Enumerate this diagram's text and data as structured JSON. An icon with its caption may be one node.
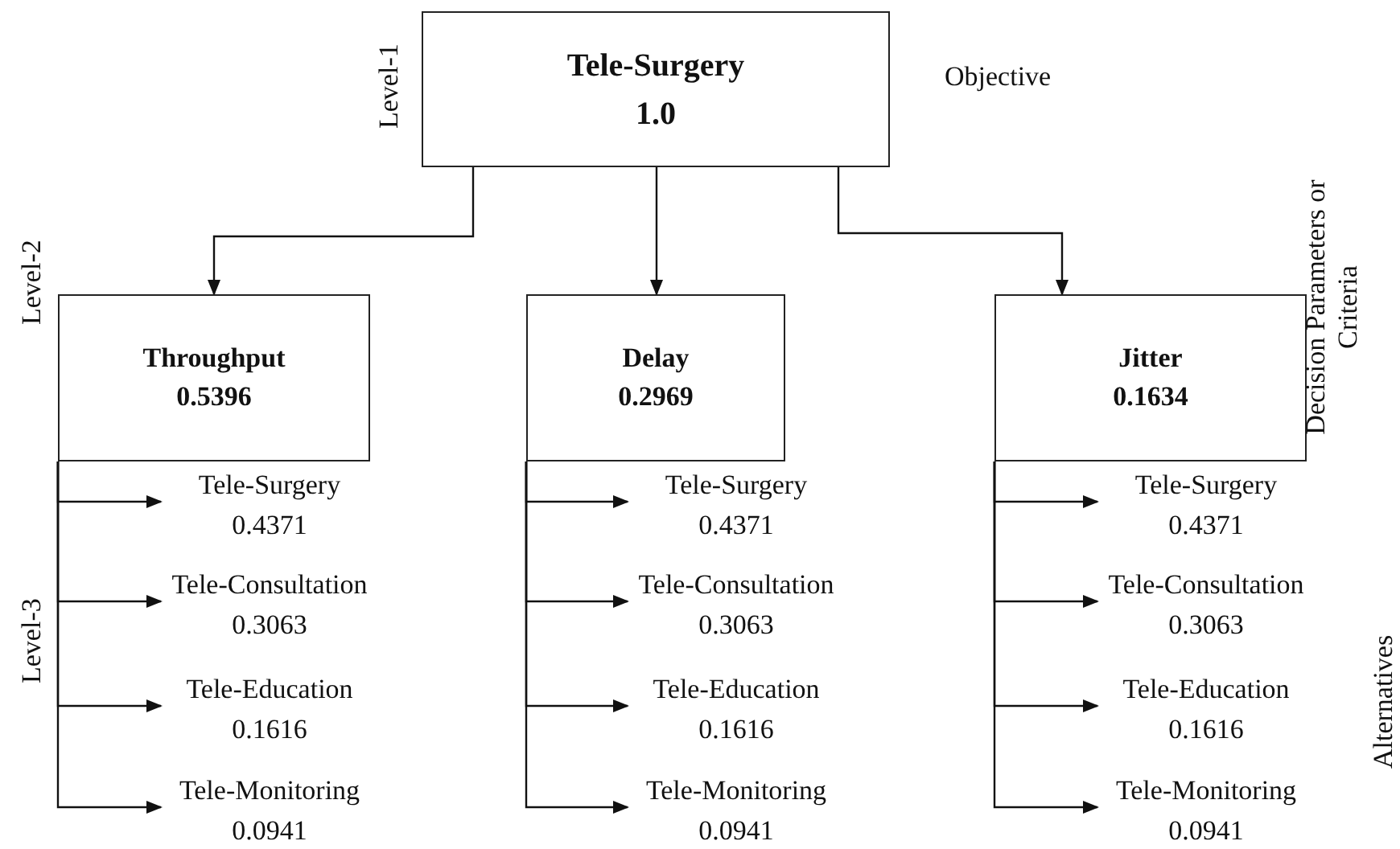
{
  "diagram": {
    "nodes": [
      {
        "text": [
          "Tele-Surgery",
          "1.0"
        ]
      },
      {
        "text": [
          "Throughput",
          "0.5396"
        ]
      },
      {
        "text": [
          "Delay",
          "0.2969"
        ]
      },
      {
        "text": [
          "Jitter",
          "0.1634"
        ]
      },
      {
        "text": [
          "Tele-Surgery",
          "0.4371"
        ]
      },
      {
        "text": [
          "Tele-Consultation",
          "0.3063"
        ]
      },
      {
        "text": [
          "Tele-Education",
          "0.1616"
        ]
      },
      {
        "text": [
          "Tele-Monitoring",
          "0.0941"
        ]
      },
      {
        "text": [
          "Tele-Surgery",
          "0.4371"
        ]
      },
      {
        "text": [
          "Tele-Consultation",
          "0.3063"
        ]
      },
      {
        "text": [
          "Tele-Education",
          "0.1616"
        ]
      },
      {
        "text": [
          "Tele-Monitoring",
          "0.0941"
        ]
      },
      {
        "text": [
          "Tele-Surgery",
          "0.4371"
        ]
      },
      {
        "text": [
          "Tele-Consultation",
          "0.3063"
        ]
      },
      {
        "text": [
          "Tele-Education",
          "0.1616"
        ]
      },
      {
        "text": [
          "Tele-Monitoring",
          "0.0941"
        ]
      }
    ],
    "edges": [
      {
        "from": 0,
        "to": 1,
        "arrow": "to"
      },
      {
        "from": 0,
        "to": 2,
        "arrow": "to"
      },
      {
        "from": 0,
        "to": 3,
        "arrow": "to"
      },
      {
        "from": 1,
        "to": 4,
        "arrow": "to"
      },
      {
        "from": 1,
        "to": 5,
        "arrow": "to"
      },
      {
        "from": 1,
        "to": 6,
        "arrow": "to"
      },
      {
        "from": 1,
        "to": 7,
        "arrow": "to"
      },
      {
        "from": 2,
        "to": 8,
        "arrow": "to"
      },
      {
        "from": 2,
        "to": 9,
        "arrow": "to"
      },
      {
        "from": 2,
        "to": 10,
        "arrow": "to"
      },
      {
        "from": 2,
        "to": 11,
        "arrow": "to"
      },
      {
        "from": 3,
        "to": 12,
        "arrow": "to"
      },
      {
        "from": 3,
        "to": 13,
        "arrow": "to"
      },
      {
        "from": 3,
        "to": 14,
        "arrow": "to"
      },
      {
        "from": 3,
        "to": 15,
        "arrow": "to"
      }
    ],
    "labels": [
      "Level-1",
      "Objective",
      "Level-2",
      "Decision Parameters or Criteria",
      "Level-3",
      "Alternatives"
    ]
  }
}
